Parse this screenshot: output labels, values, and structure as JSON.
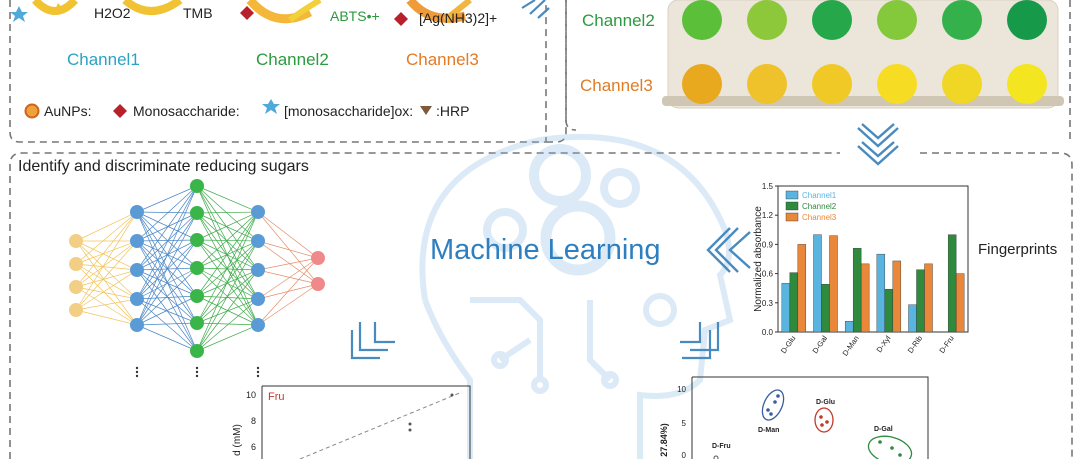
{
  "top": {
    "reagents": [
      "H2O2",
      "TMB",
      "ABTS•+",
      "[Ag(NH3)2]+"
    ],
    "channels": [
      {
        "label": "Channel1",
        "color": "#2aa3c3"
      },
      {
        "label": "Channel2",
        "color": "#2c9a3e"
      },
      {
        "label": "Channel3",
        "color": "#e07b26"
      }
    ],
    "legend": [
      "AuNPs",
      "Monosaccharide",
      "[monosaccharide]ox",
      "HRP"
    ],
    "plate_channels": [
      {
        "label": "Channel2",
        "color": "#2c9a3e"
      },
      {
        "label": "Channel3",
        "color": "#e07b26"
      }
    ],
    "plate_rows": [
      [
        "#5cbf3a",
        "#8cc83a",
        "#25a74a",
        "#84c83c",
        "#34b14a",
        "#17994a"
      ],
      [
        "#e8a91e",
        "#efc12b",
        "#f1c926",
        "#f6dc22",
        "#f0d625",
        "#f3e520"
      ]
    ]
  },
  "bottom": {
    "title": "Identify and discriminate reducing sugars",
    "center_label": "Machine Learning",
    "fingerprints_label": "Fingerprints"
  },
  "chart_data": [
    {
      "type": "bar",
      "categories": [
        "D-Glu",
        "D-Gal",
        "D-Man",
        "D-Xyl",
        "D-Rib",
        "D-Fru"
      ],
      "series": [
        {
          "name": "Channel1",
          "color": "#5ab4e0",
          "values": [
            0.5,
            1.0,
            0.11,
            0.8,
            0.28,
            0.0
          ]
        },
        {
          "name": "Channel2",
          "color": "#2f8a3e",
          "values": [
            0.61,
            0.49,
            0.86,
            0.44,
            0.64,
            1.0
          ]
        },
        {
          "name": "Channel3",
          "color": "#e9883a",
          "values": [
            0.9,
            0.99,
            0.7,
            0.73,
            0.7,
            0.6
          ]
        }
      ],
      "ylabel": "Normalized absorbance",
      "yticks": [
        "0.0",
        "0.3",
        "0.6",
        "0.9",
        "1.2",
        "1.5"
      ],
      "ylim": [
        0,
        1.5
      ],
      "legend": "top-left"
    },
    {
      "type": "scatter",
      "title": "Fru",
      "yticks": [
        "10",
        "8",
        "6"
      ],
      "ylabel_fragment": "d (mM)"
    },
    {
      "type": "scatter",
      "yticks": [
        "10",
        "5",
        "0"
      ],
      "ylabel_fragment": "27.84%)",
      "clusters": [
        "D-Man",
        "D-Glu",
        "D-Gal",
        "D-Fru"
      ]
    }
  ]
}
